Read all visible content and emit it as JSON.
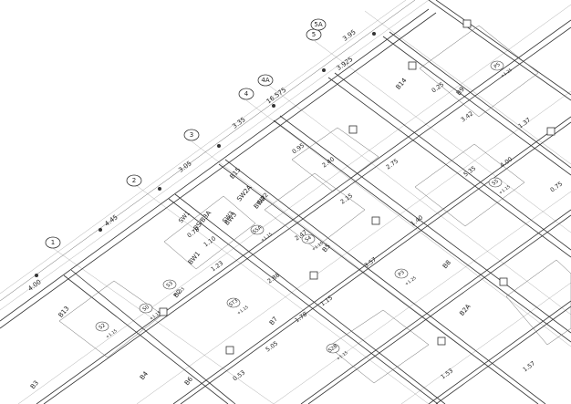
{
  "grid_markers": [
    "1",
    "2",
    "3",
    "4",
    "4A",
    "5",
    "5A"
  ],
  "dimensions": [
    "4.00",
    "4.45",
    "3.05",
    "3.35",
    "16.575",
    "3.925",
    "3.95"
  ],
  "beams": [
    "B13",
    "B15",
    "B14",
    "B2",
    "B4",
    "B5",
    "B6",
    "B7",
    "B8",
    "B9",
    "B2A",
    "B3",
    "BS/B3A",
    "BW1",
    "BW2",
    "BW3",
    "SW2A"
  ],
  "walls": [
    "SW1",
    "SW2",
    "SW3"
  ],
  "slabs": [
    {
      "label": "S2",
      "value": "+1.15"
    },
    {
      "label": "S3",
      "value": "+1.15"
    },
    {
      "label": "S4",
      "value": "+1.15"
    },
    {
      "label": "S5A",
      "value": "+1.15"
    },
    {
      "label": "P3",
      "value": "+1.25"
    },
    {
      "label": "P5",
      "value": "+1.25"
    },
    {
      "label": "S5",
      "value": "+1.15"
    },
    {
      "label": "S0",
      "value": "+1.15"
    },
    {
      "label": "ST3",
      "value": "+1.15"
    },
    {
      "label": "S2B",
      "value": "+1.15"
    }
  ],
  "spans": [
    "0.78",
    "1.10",
    "1.23",
    "2.47",
    "2.88",
    "3.57",
    "1.15",
    "1.78",
    "1.40",
    "5.35",
    "4.00",
    "3.42",
    "2.75",
    "2.40",
    "2.15",
    "0.95",
    "1.37",
    "0.75",
    "0.53",
    "1.53",
    "1.57",
    "5.05",
    "0.25"
  ]
}
